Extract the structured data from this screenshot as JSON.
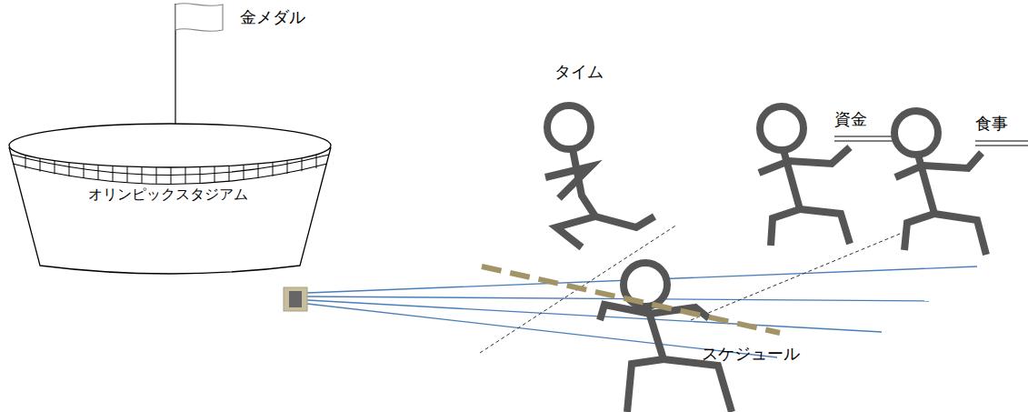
{
  "diagram": {
    "nodes": [
      {
        "text": [
          "オリンピックスタジアム"
        ]
      }
    ],
    "labels": [
      "金メダル",
      "タイム",
      "資金",
      "食事",
      "スケジュール"
    ]
  }
}
